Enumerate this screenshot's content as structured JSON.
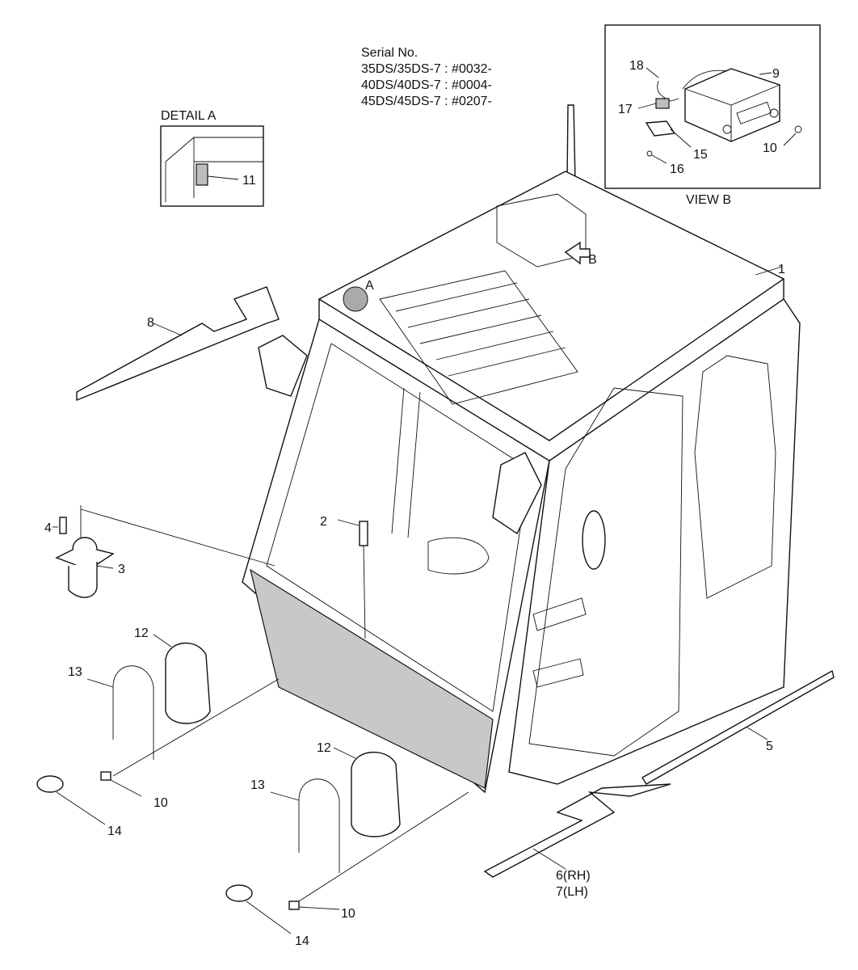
{
  "serial": {
    "title": "Serial No.",
    "lines": [
      "35DS/35DS-7 : #0032-",
      "40DS/40DS-7 : #0004-",
      "45DS/45DS-7 : #0207-"
    ]
  },
  "detail_a": {
    "title": "DETAIL A",
    "callout": "11"
  },
  "view_b": {
    "title": "VIEW B",
    "callouts": {
      "p9": "9",
      "p10": "10",
      "p15": "15",
      "p16": "16",
      "p17": "17",
      "p18": "18"
    }
  },
  "markers": {
    "a": "A",
    "b": "B"
  },
  "callouts": {
    "p1": "1",
    "p2": "2",
    "p3": "3",
    "p4": "4",
    "p5": "5",
    "p6": "6(RH)",
    "p7": "7(LH)",
    "p8": "8",
    "p10a": "10",
    "p10b": "10",
    "p12a": "12",
    "p12b": "12",
    "p13a": "13",
    "p13b": "13",
    "p14a": "14",
    "p14b": "14"
  }
}
